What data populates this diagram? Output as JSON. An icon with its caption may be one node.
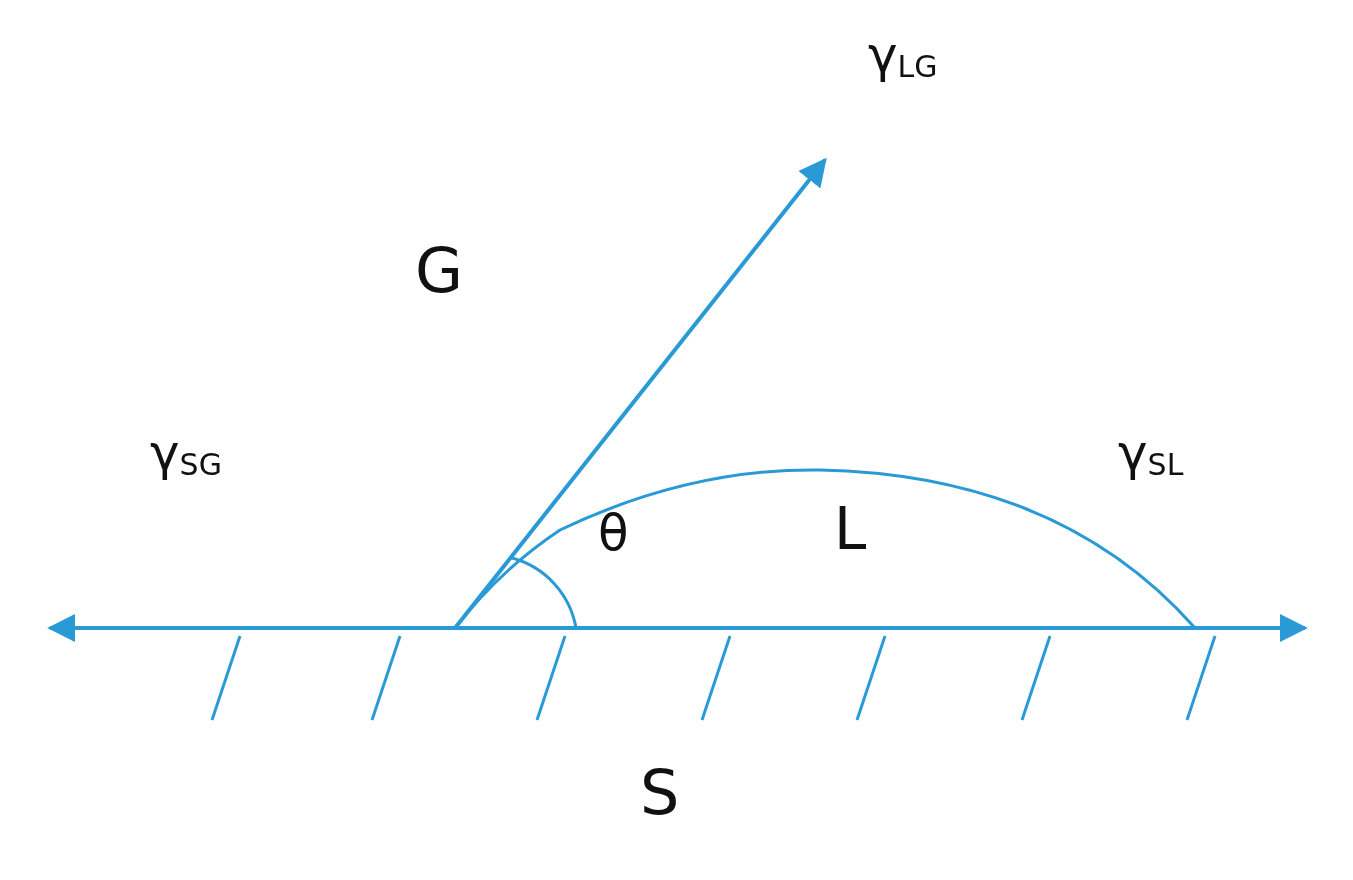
{
  "diagram": {
    "labels": [
      "γ$_{LG}$",
      "G",
      "γ$_{SG}$",
      "γ$_{SL}$",
      "θ",
      "L",
      "S"
    ]
  }
}
